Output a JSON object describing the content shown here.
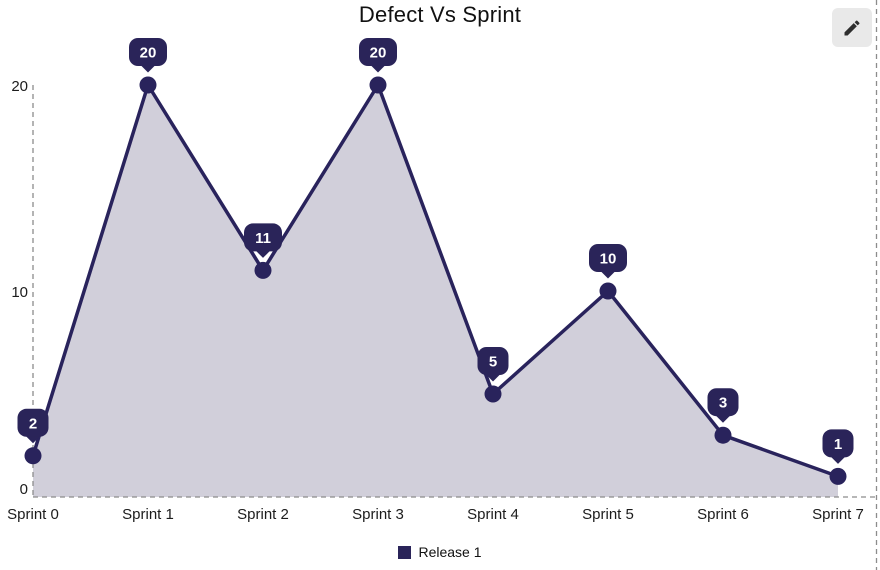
{
  "title": "Defect Vs Sprint",
  "toolbar": {
    "edit_icon": "pencil"
  },
  "chart_data": {
    "type": "area",
    "title": "Defect Vs Sprint",
    "categories": [
      "Sprint 0",
      "Sprint 1",
      "Sprint 2",
      "Sprint 3",
      "Sprint 4",
      "Sprint 5",
      "Sprint 6",
      "Sprint 7"
    ],
    "series": [
      {
        "name": "Release 1",
        "values": [
          2,
          20,
          11,
          20,
          5,
          10,
          3,
          1
        ]
      }
    ],
    "data_labels": [
      2,
      20,
      11,
      20,
      5,
      10,
      3,
      1
    ],
    "xlabel": "",
    "ylabel": "",
    "yticks": [
      0,
      10,
      20
    ],
    "ylim": [
      0,
      20
    ],
    "grid": false,
    "legend_position": "bottom",
    "colors": {
      "line": "#29235c",
      "fill": "#d1cfda",
      "badge": "#2a2459",
      "badge_text": "#ffffff",
      "axis": "#8c8c8c",
      "label_text": "#1c1c1c"
    }
  }
}
